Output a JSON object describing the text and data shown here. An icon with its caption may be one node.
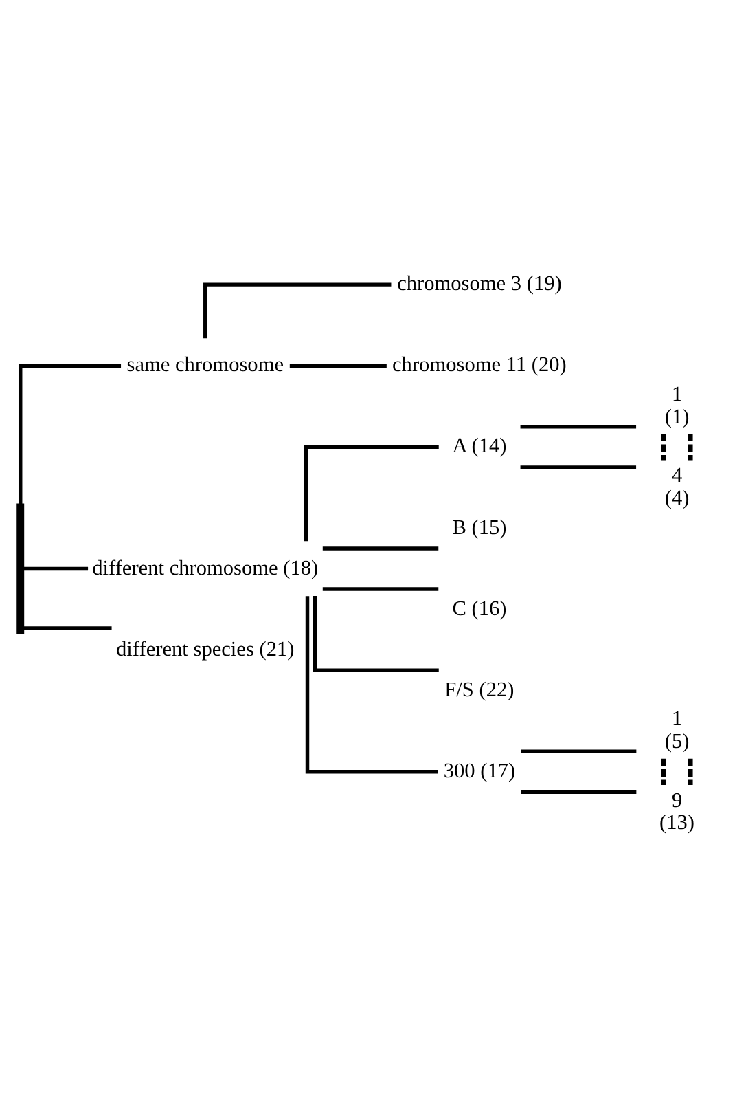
{
  "diagram": {
    "nodes": [
      {
        "text": [],
        "shape": "bar"
      },
      {
        "text": [
          "same chromosome"
        ]
      },
      {
        "text": [
          "chromosome 3 (19)"
        ]
      },
      {
        "text": [
          "chromosome 11 (20)"
        ]
      },
      {
        "text": [
          "different chromosome (18)"
        ]
      },
      {
        "text": [
          "A (14)"
        ]
      },
      {
        "text": [
          "1",
          "(1)"
        ]
      },
      {
        "text": [
          "4",
          "(4)"
        ]
      },
      {
        "text": [
          "B (15)"
        ]
      },
      {
        "text": [
          "C (16)"
        ]
      },
      {
        "text": [
          "F/S (22)"
        ]
      },
      {
        "text": [
          "300 (17)"
        ]
      },
      {
        "text": [
          "1",
          "(5)"
        ]
      },
      {
        "text": [
          "9",
          "(13)"
        ]
      },
      {
        "text": [
          "different species (21)"
        ]
      }
    ],
    "edges": [
      {
        "from": 0,
        "to": 1,
        "arrow": "none"
      },
      {
        "from": 1,
        "to": 2,
        "arrow": "none"
      },
      {
        "from": 1,
        "to": 3,
        "arrow": "none"
      },
      {
        "from": 0,
        "to": 4,
        "arrow": "none"
      },
      {
        "from": 4,
        "to": 5,
        "arrow": "none"
      },
      {
        "from": 5,
        "to": 6,
        "arrow": "none"
      },
      {
        "from": 5,
        "to": 7,
        "arrow": "none"
      },
      {
        "from": 6,
        "to": 7,
        "arrow": "none",
        "style": "dashed"
      },
      {
        "from": 6,
        "to": 7,
        "arrow": "none",
        "style": "dashed"
      },
      {
        "from": 4,
        "to": 8,
        "arrow": "none"
      },
      {
        "from": 4,
        "to": 9,
        "arrow": "none"
      },
      {
        "from": 4,
        "to": 10,
        "arrow": "none"
      },
      {
        "from": 4,
        "to": 11,
        "arrow": "none"
      },
      {
        "from": 11,
        "to": 12,
        "arrow": "none"
      },
      {
        "from": 11,
        "to": 13,
        "arrow": "none"
      },
      {
        "from": 12,
        "to": 13,
        "arrow": "none",
        "style": "dashed"
      },
      {
        "from": 12,
        "to": 13,
        "arrow": "none",
        "style": "dashed"
      },
      {
        "from": 0,
        "to": 14,
        "arrow": "none"
      }
    ]
  }
}
